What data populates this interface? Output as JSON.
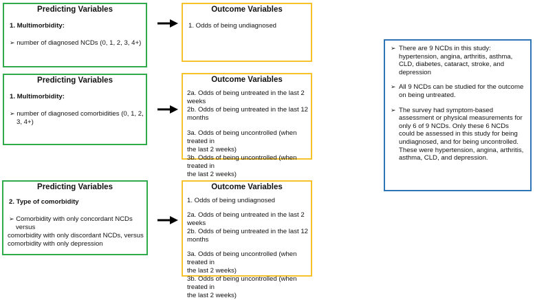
{
  "row1": {
    "predict": {
      "title": "Predicting Variables",
      "heading": "1.  Multimorbidity:",
      "bullet": "number of diagnosed NCDs (0, 1, 2, 3, 4+)"
    },
    "outcome": {
      "title": "Outcome Variables",
      "item": "1.   Odds of being undiagnosed"
    }
  },
  "row2": {
    "predict": {
      "title": "Predicting Variables",
      "heading": "1.  Multimorbidity:",
      "bullet_l1": "number of diagnosed comorbidities (0, 1, 2,",
      "bullet_l2": "3, 4+)"
    },
    "outcome": {
      "title": "Outcome Variables",
      "l1": "2a. Odds of being untreated in the last 2 weeks",
      "l2": "2b. Odds of being untreated in the last 12 months",
      "l3": "3a. Odds of being uncontrolled (when treated in",
      "l4": "the last 2 weeks)",
      "l5": "3b. Odds of being uncontrolled (when treated in",
      "l6": "the last 2 weeks)"
    }
  },
  "row3": {
    "predict": {
      "title": "Predicting Variables",
      "heading": "2. Type of comorbidity",
      "l1": "Comorbidity with only concordant NCDs",
      "l2": "versus",
      "l3": "comorbidity with only discordant NCDs, versus",
      "l4": "comorbidity with only depression"
    },
    "outcome": {
      "title": "Outcome Variables",
      "l0": "1. Odds of being undiagnosed",
      "l1": "2a. Odds of being untreated in the last 2 weeks",
      "l2": "2b. Odds of being untreated in the last 12 months",
      "l3": "3a. Odds of being uncontrolled (when treated in",
      "l4": "the last 2 weeks)",
      "l5": "3b. Odds of being uncontrolled (when treated in",
      "l6": "the last 2 weeks)"
    }
  },
  "notes": [
    "There are 9 NCDs in this study: hypertension, angina, arthritis, asthma, CLD, diabetes, cataract, stroke, and depression",
    "All 9 NCDs can be studied for the outcome on being untreated.",
    "The survey had symptom-based assessment or physical measurements for only 6 of 9 NCDs. Only these 6 NCDs could be assessed in this study for being undiagnosed, and for being uncontrolled. These were hypertension, angina, arthritis, asthma, CLD, and depression."
  ],
  "colors": {
    "green": "#2eaa4a",
    "yellow": "#f5c22a",
    "blue": "#2e75b6"
  },
  "icons": {
    "bullet": "arrow-bullet-icon",
    "connector": "right-arrow-icon"
  }
}
